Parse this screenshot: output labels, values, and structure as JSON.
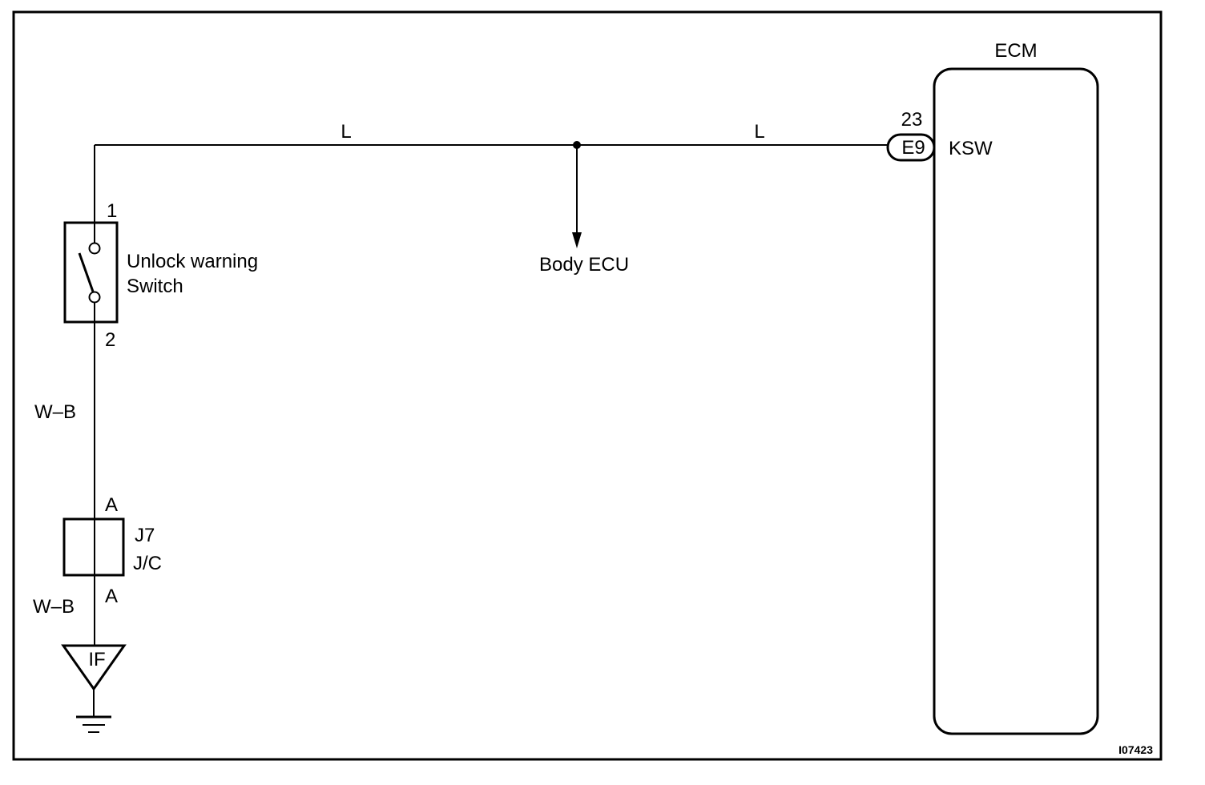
{
  "ecm": {
    "title": "ECM",
    "pin_number": "23",
    "connector": "E9",
    "terminal_name": "KSW"
  },
  "wires": {
    "left_color": "L",
    "right_color": "L",
    "switch_to_jc": "W–B",
    "jc_to_ground": "W–B"
  },
  "body_ecu": {
    "label": "Body ECU"
  },
  "switch": {
    "label_line1": "Unlock warning",
    "label_line2": "Switch",
    "pin_top": "1",
    "pin_bottom": "2"
  },
  "junction": {
    "pin_top": "A",
    "pin_bottom": "A",
    "name": "J7",
    "type": "J/C"
  },
  "ground_point": {
    "label": "IF"
  },
  "figure_id": "I07423"
}
